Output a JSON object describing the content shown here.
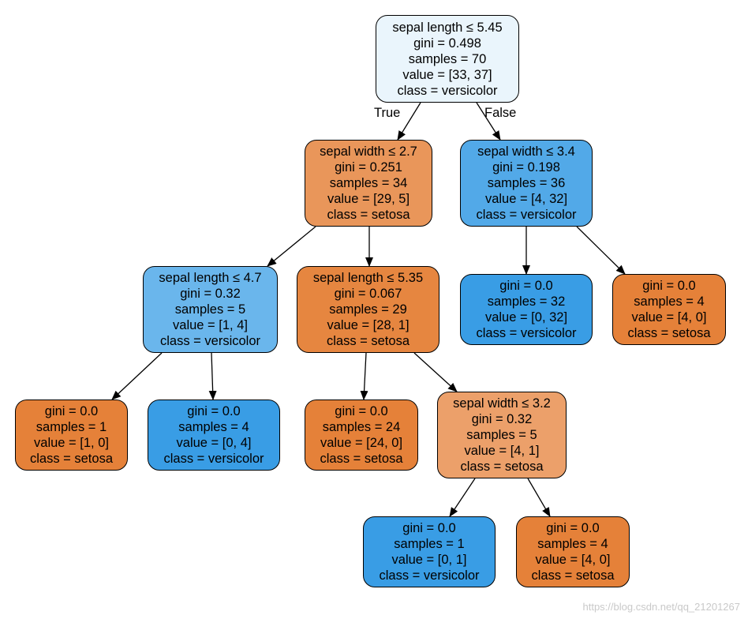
{
  "nodes": [
    {
      "id": "root",
      "lines": [
        "sepal length ≤ 5.45",
        "gini = 0.498",
        "samples = 70",
        "value = [33, 37]",
        "class = versicolor"
      ],
      "color": "#eaf5fc"
    },
    {
      "id": "n1",
      "lines": [
        "sepal width ≤ 2.7",
        "gini = 0.251",
        "samples = 34",
        "value = [29, 5]",
        "class = setosa"
      ],
      "color": "#e9965a"
    },
    {
      "id": "n2",
      "lines": [
        "sepal width ≤ 3.4",
        "gini = 0.198",
        "samples = 36",
        "value = [4, 32]",
        "class = versicolor"
      ],
      "color": "#52a9e8"
    },
    {
      "id": "n3",
      "lines": [
        "sepal length ≤ 4.7",
        "gini = 0.32",
        "samples = 5",
        "value = [1, 4]",
        "class = versicolor"
      ],
      "color": "#6ab6ec"
    },
    {
      "id": "n4",
      "lines": [
        "sepal length ≤ 5.35",
        "gini = 0.067",
        "samples = 29",
        "value = [28, 1]",
        "class = setosa"
      ],
      "color": "#e68640"
    },
    {
      "id": "n5",
      "lines": [
        "gini = 0.0",
        "samples = 32",
        "value = [0, 32]",
        "class = versicolor"
      ],
      "color": "#399de5"
    },
    {
      "id": "n6",
      "lines": [
        "gini = 0.0",
        "samples = 4",
        "value = [4, 0]",
        "class = setosa"
      ],
      "color": "#e58139"
    },
    {
      "id": "n7",
      "lines": [
        "gini = 0.0",
        "samples = 1",
        "value = [1, 0]",
        "class = setosa"
      ],
      "color": "#e58139"
    },
    {
      "id": "n8",
      "lines": [
        "gini = 0.0",
        "samples = 4",
        "value = [0, 4]",
        "class = versicolor"
      ],
      "color": "#399de5"
    },
    {
      "id": "n9",
      "lines": [
        "gini = 0.0",
        "samples = 24",
        "value = [24, 0]",
        "class = setosa"
      ],
      "color": "#e58139"
    },
    {
      "id": "n10",
      "lines": [
        "sepal width ≤ 3.2",
        "gini = 0.32",
        "samples = 5",
        "value = [4, 1]",
        "class = setosa"
      ],
      "color": "#eca06a"
    },
    {
      "id": "n11",
      "lines": [
        "gini = 0.0",
        "samples = 1",
        "value = [0, 1]",
        "class = versicolor"
      ],
      "color": "#399de5"
    },
    {
      "id": "n12",
      "lines": [
        "gini = 0.0",
        "samples = 4",
        "value = [4, 0]",
        "class = setosa"
      ],
      "color": "#e58139"
    }
  ],
  "edges": [
    {
      "from": "root",
      "to": "n1"
    },
    {
      "from": "root",
      "to": "n2"
    },
    {
      "from": "n1",
      "to": "n3"
    },
    {
      "from": "n1",
      "to": "n4"
    },
    {
      "from": "n2",
      "to": "n5"
    },
    {
      "from": "n2",
      "to": "n6"
    },
    {
      "from": "n3",
      "to": "n7"
    },
    {
      "from": "n3",
      "to": "n8"
    },
    {
      "from": "n4",
      "to": "n9"
    },
    {
      "from": "n4",
      "to": "n10"
    },
    {
      "from": "n10",
      "to": "n11"
    },
    {
      "from": "n10",
      "to": "n12"
    }
  ],
  "edge_labels": {
    "true_label": "True",
    "false_label": "False"
  },
  "watermark": "https://blog.csdn.net/qq_21201267"
}
